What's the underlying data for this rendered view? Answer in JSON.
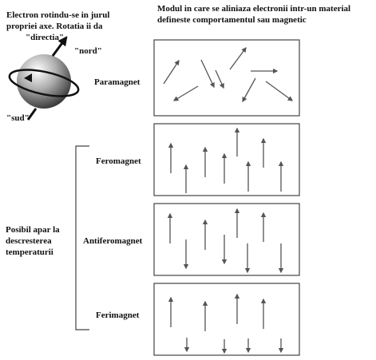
{
  "electron_caption": [
    "Electron rotindu-se in jurul",
    "propriei axe. Rotatia ii da",
    "\"directia\""
  ],
  "alignment_caption": [
    "Modul in care se aliniaza electronii intr-un material",
    "defineste comportamentul sau magnetic"
  ],
  "pole_north": "\"nord\"",
  "pole_south": "\"sud\"",
  "temperature_note": [
    "Posibil apar la",
    "descresterea",
    "temperaturii"
  ],
  "materials": [
    {
      "name": "Paramagnet"
    },
    {
      "name": "Feromagnet"
    },
    {
      "name": "Antiferomagnet"
    },
    {
      "name": "Ferimagnet"
    }
  ],
  "colors": {
    "arrow": "#555555",
    "frame": "#444444",
    "text": "#111111"
  }
}
